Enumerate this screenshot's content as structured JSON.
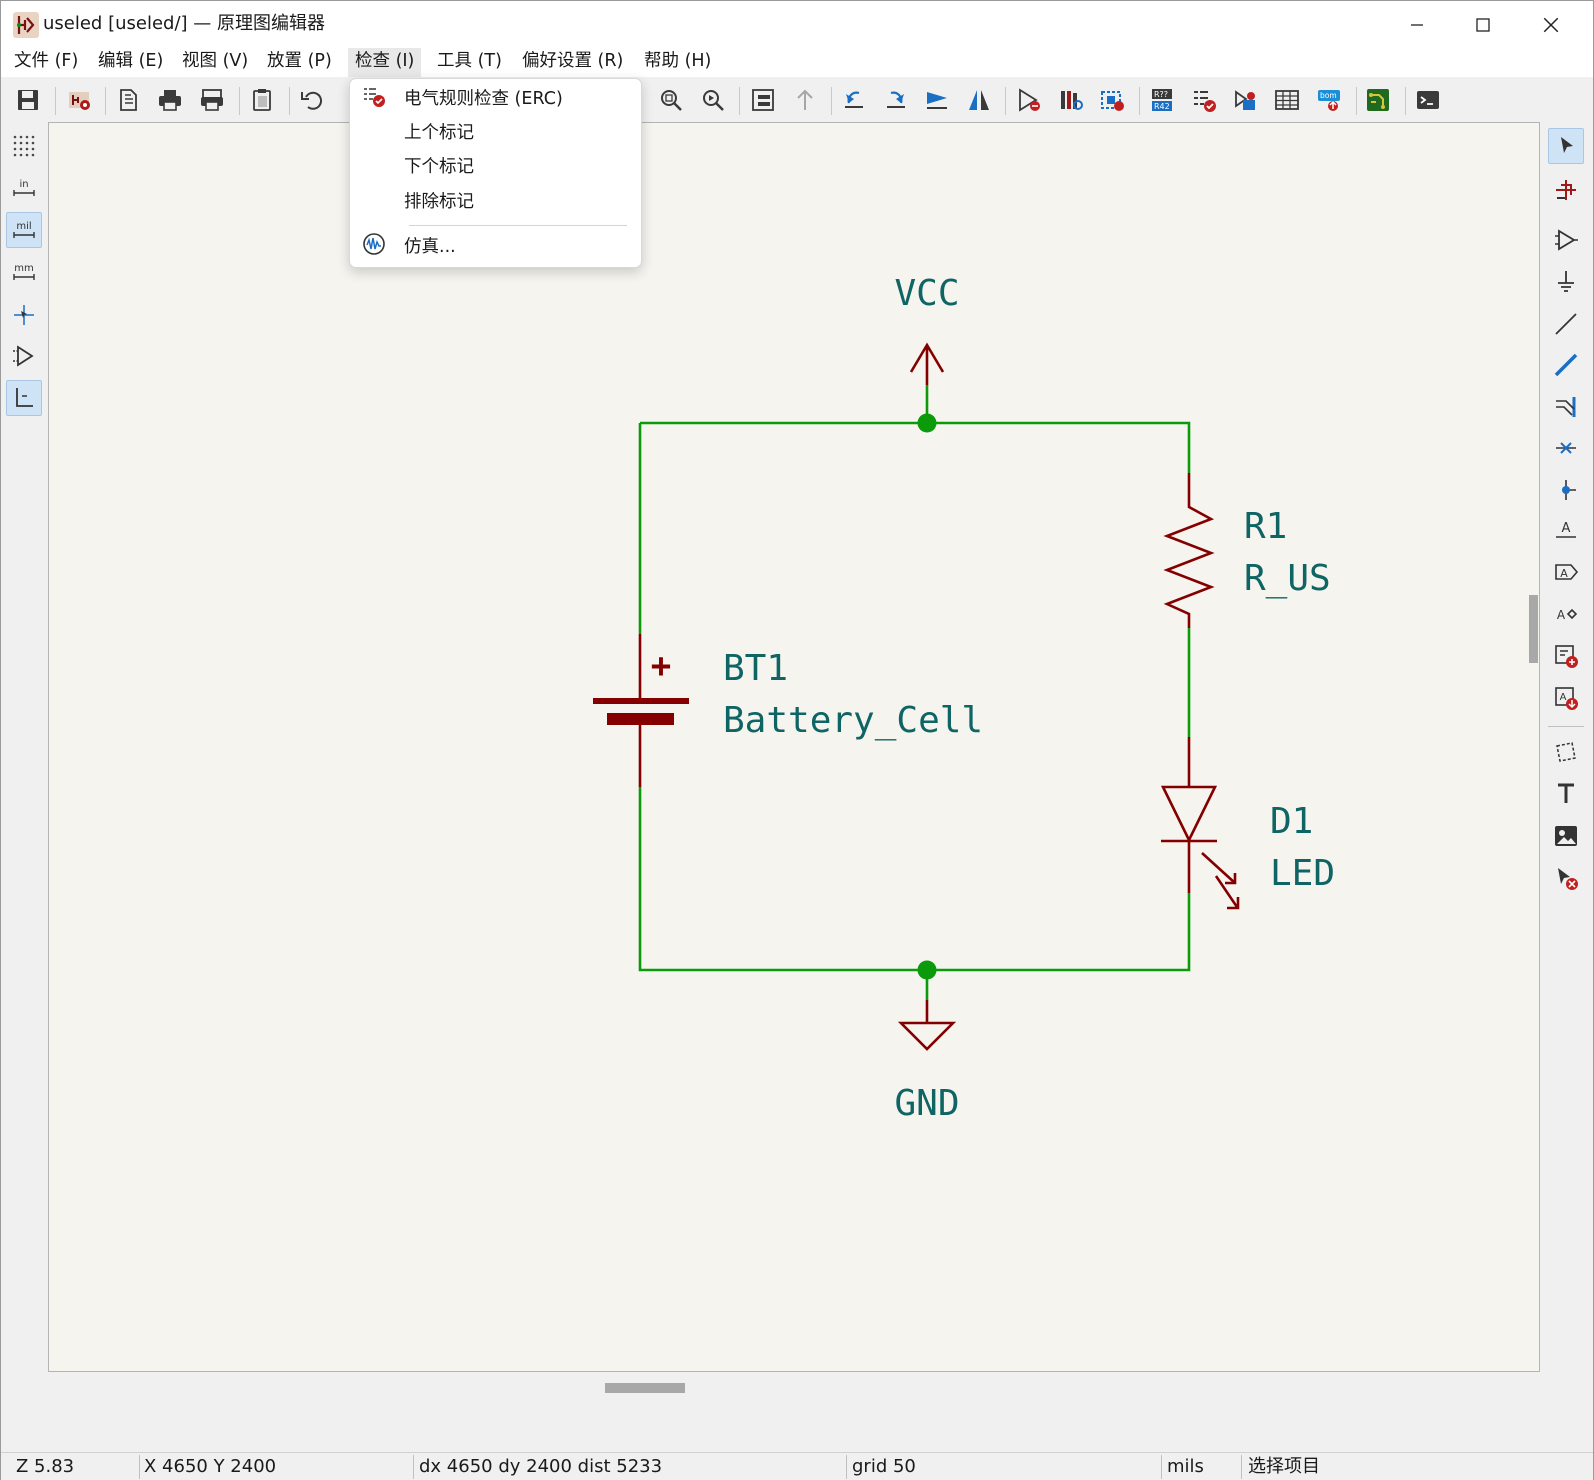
{
  "window": {
    "title": "useled [useled/] — 原理图编辑器",
    "minimize_glyph": "—",
    "maximize_glyph": "☐",
    "close_glyph": "✕"
  },
  "menubar": {
    "items": [
      {
        "label": "文件 (F)"
      },
      {
        "label": "编辑 (E)"
      },
      {
        "label": "视图 (V)"
      },
      {
        "label": "放置 (P)"
      },
      {
        "label": "检查 (I)"
      },
      {
        "label": "工具 (T)"
      },
      {
        "label": "偏好设置 (R)"
      },
      {
        "label": "帮助 (H)"
      }
    ],
    "active": "检查 (I)"
  },
  "inspect_menu": {
    "items": [
      {
        "label": "电气规则检查 (ERC)",
        "icon": "erc-check-icon"
      },
      {
        "label": "上个标记"
      },
      {
        "label": "下个标记"
      },
      {
        "label": "排除标记"
      },
      {
        "label": "仿真...",
        "icon": "simulator-icon"
      }
    ]
  },
  "left_toolbar": {
    "unit_in": "in",
    "unit_mil": "mil",
    "unit_mm": "mm",
    "active_unit": "mil"
  },
  "schematic": {
    "vcc_label": "VCC",
    "gnd_label": "GND",
    "battery_ref": "BT1",
    "battery_value": "Battery_Cell",
    "resistor_ref": "R1",
    "resistor_value": "R_US",
    "led_ref": "D1",
    "led_value": "LED",
    "plus_sign": "+",
    "colors": {
      "wire": "#0a9a0a",
      "junction": "#0a9a0a",
      "symbol": "#840000",
      "text": "#0f6464",
      "background": "#f5f4ef"
    }
  },
  "statusbar": {
    "zoom": "Z 5.83",
    "position": "X 4650  Y 2400",
    "delta": "dx 4650  dy 2400  dist 5233",
    "grid": "grid 50",
    "units": "mils",
    "mode": "选择项目"
  }
}
